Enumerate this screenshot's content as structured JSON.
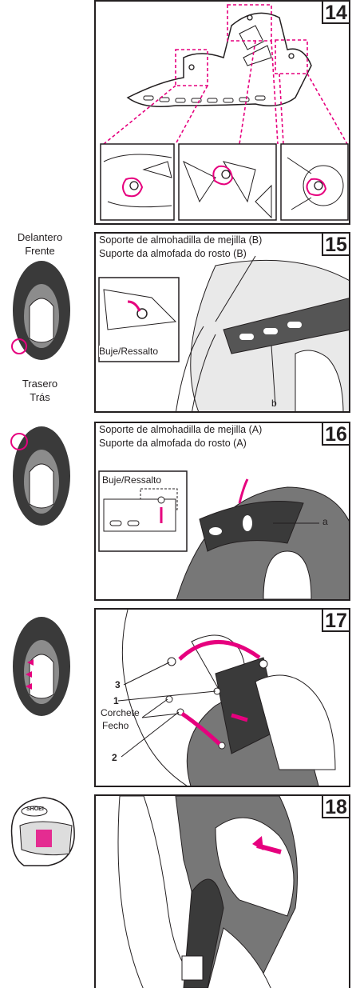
{
  "steps": {
    "s14": {
      "number": "14"
    },
    "s15": {
      "number": "15",
      "label_es": "Soporte de almohadilla de mejilla (B)",
      "label_pt": "Suporte da almofada do rosto (B)",
      "inset_label": "Buje/Ressalto",
      "callout": "b"
    },
    "s16": {
      "number": "16",
      "label_es": "Soporte de almohadilla de mejilla (A)",
      "label_pt": "Suporte da almofada do rosto (A)",
      "inset_label": "Buje/Ressalto",
      "callout": "a"
    },
    "s17": {
      "number": "17",
      "n1": "1",
      "n2": "2",
      "n3": "3",
      "label_es": "Corchete",
      "label_pt": "Fecho"
    },
    "s18": {
      "number": "18"
    }
  },
  "side": {
    "front_es": "Delantero",
    "front_pt": "Frente",
    "rear_es": "Trasero",
    "rear_pt": "Trás",
    "helmet_logo": "SHOEI"
  },
  "colors": {
    "accent": "#e6007e",
    "line": "#231f20",
    "gray": "#b7b7b7",
    "dark": "#3a3a3a"
  }
}
